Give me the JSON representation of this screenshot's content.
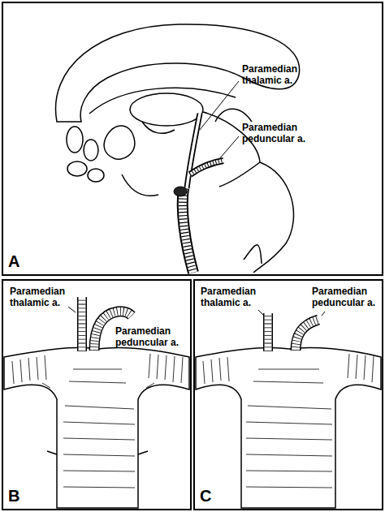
{
  "diagram": {
    "labels": [
      "Paramedian thalamic a.",
      "Paramedian peduncular a.",
      "A",
      "Paramedian thalamic a.",
      "Paramedian peduncular a.",
      "B",
      "Paramedian thalamic a.",
      "Paramedian peduncular a.",
      "C"
    ]
  }
}
